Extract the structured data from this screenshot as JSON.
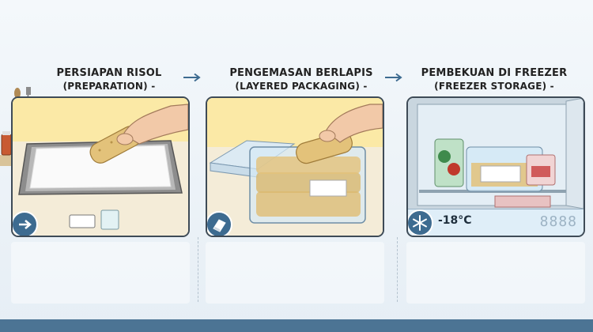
{
  "steps": [
    {
      "title": "PERSIAPAN RISOL",
      "subtitle": "(PREPARATION) -",
      "icon": "arrow-right-icon"
    },
    {
      "title": "PENGEMASAN BERLAPIS",
      "subtitle": "(LAYERED PACKAGING) -",
      "icon": "wrap-sheet-icon"
    },
    {
      "title": "PEMBEKUAN DI FREEZER",
      "subtitle": "(FREEZER STORAGE) -",
      "icon": "snowflake-icon"
    }
  ],
  "freezer": {
    "temperature": "-18°C",
    "display_digits": "8888"
  },
  "colors": {
    "accent": "#3d6b90",
    "panel_border": "#3e4b57",
    "bottom_bar": "#4c7494",
    "risol": "#e3c27a"
  }
}
